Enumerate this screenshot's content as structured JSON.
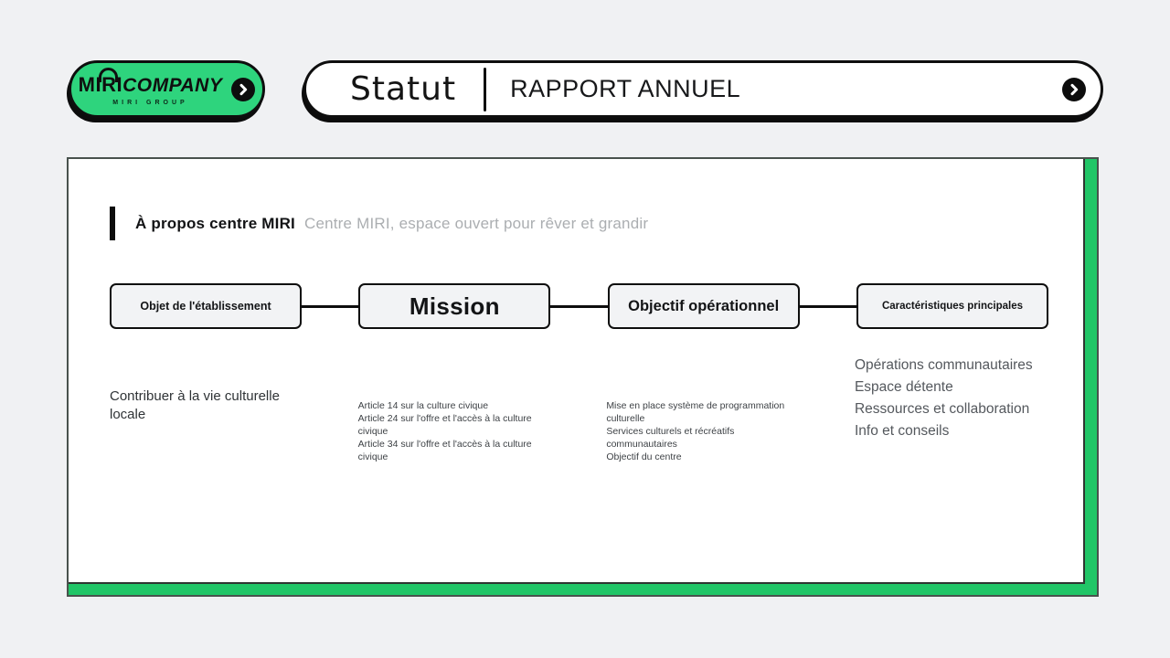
{
  "theme": {
    "logo_green": "#2ED47D",
    "frame_green": "#21C667",
    "background": "#F0F1F3",
    "ink": "#0E0E0E"
  },
  "logo": {
    "brand_main": "MIRI",
    "brand_secondary": "COMPANY",
    "subtext": "MIRI GROUP",
    "arrow_icon": "chevron-right"
  },
  "header_pill": {
    "script_label": "Statut",
    "title": "RAPPORT ANNUEL",
    "arrow_icon": "chevron-right"
  },
  "card": {
    "heading": "À propos centre MIRI",
    "subheading": "Centre MIRI, espace ouvert pour rêver et grandir",
    "columns": [
      {
        "box_label": "Objet de l'établissement",
        "items": [
          "Contribuer à la vie culturelle locale"
        ]
      },
      {
        "box_label": "Mission",
        "items": [
          "Article 14 sur la culture civique",
          "Article 24 sur l'offre et l'accès à la culture civique",
          "Article 34 sur l'offre et l'accès à la culture civique"
        ]
      },
      {
        "box_label": "Objectif opérationnel",
        "items": [
          "Mise en place système de programmation culturelle",
          "Services culturels et récréatifs communautaires",
          "Objectif du centre"
        ]
      },
      {
        "box_label": "Caractéristiques principales",
        "items": [
          "Opérations communautaires",
          "Espace détente",
          "Ressources et collaboration",
          "Info et conseils"
        ]
      }
    ]
  }
}
